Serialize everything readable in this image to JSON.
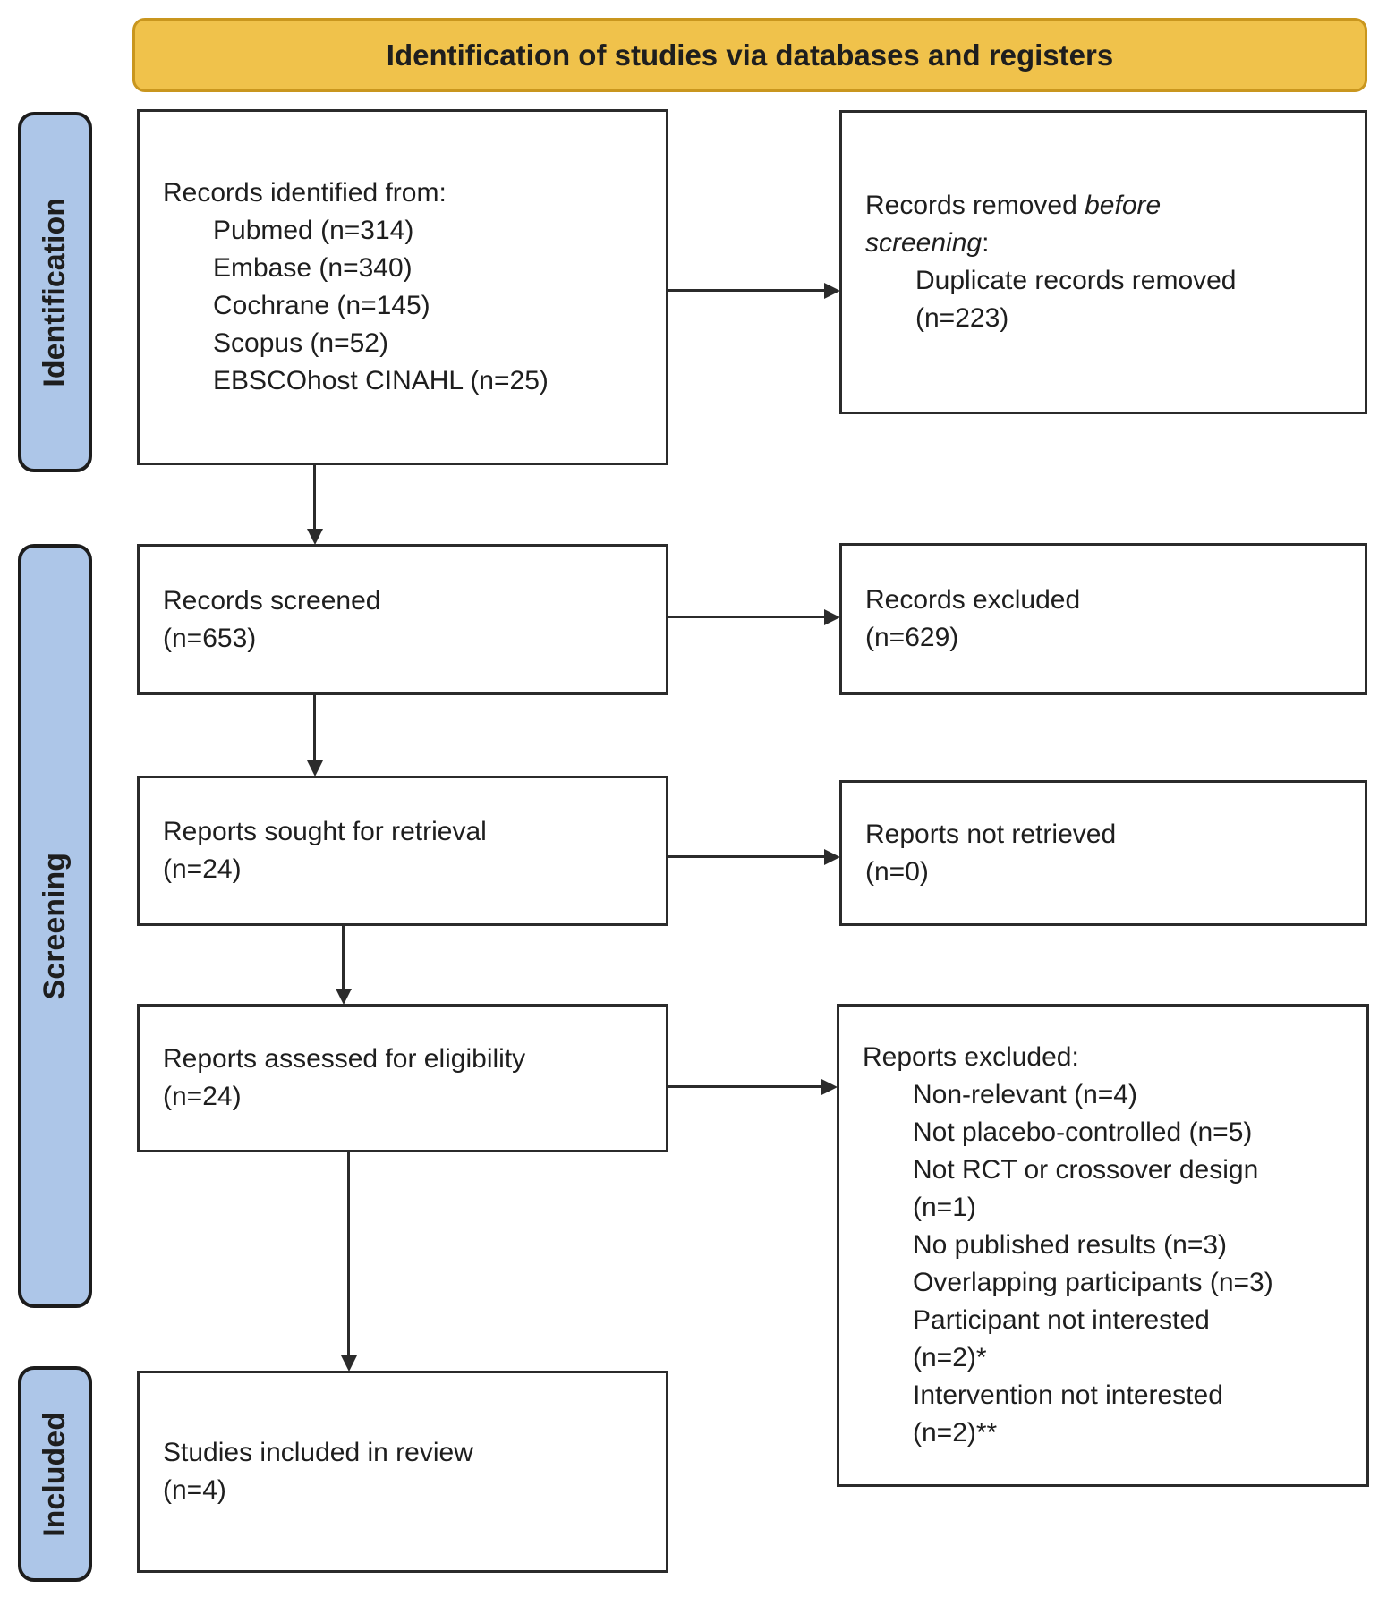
{
  "banner": {
    "label": "Identification of studies via databases and registers"
  },
  "stages": {
    "identification": "Identification",
    "screening": "Screening",
    "included": "Included"
  },
  "colors": {
    "banner_fill": "#F0C24B",
    "banner_border": "#C9961E",
    "stage_fill": "#ADC6E8",
    "stage_border": "#1C1C1C",
    "box_border": "#2B2B2B",
    "arrow": "#2B2B2B",
    "text": "#1E1E1E"
  },
  "boxes": {
    "records_identified": {
      "lines": [
        {
          "indent": 0,
          "segments": [
            {
              "text": "Records identified from:"
            }
          ]
        },
        {
          "indent": 1,
          "segments": [
            {
              "text": "Pubmed (n=314)"
            }
          ]
        },
        {
          "indent": 1,
          "segments": [
            {
              "text": "Embase (n=340)"
            }
          ]
        },
        {
          "indent": 1,
          "segments": [
            {
              "text": "Cochrane (n=145)"
            }
          ]
        },
        {
          "indent": 1,
          "segments": [
            {
              "text": "Scopus (n=52)"
            }
          ]
        },
        {
          "indent": 1,
          "segments": [
            {
              "text": "EBSCOhost CINAHL (n=25)"
            }
          ]
        }
      ]
    },
    "records_removed": {
      "lines": [
        {
          "indent": 0,
          "segments": [
            {
              "text": "Records removed "
            },
            {
              "text": "before",
              "italic": true
            }
          ]
        },
        {
          "indent": 0,
          "segments": [
            {
              "text": "screening",
              "italic": true
            },
            {
              "text": ":"
            }
          ]
        },
        {
          "indent": 1,
          "segments": [
            {
              "text": "Duplicate records removed"
            }
          ]
        },
        {
          "indent": 1,
          "segments": [
            {
              "text": "(n=223)"
            }
          ]
        }
      ]
    },
    "records_screened": {
      "lines": [
        {
          "indent": 0,
          "segments": [
            {
              "text": "Records screened"
            }
          ]
        },
        {
          "indent": 0,
          "segments": [
            {
              "text": "(n=653)"
            }
          ]
        }
      ]
    },
    "records_excluded": {
      "lines": [
        {
          "indent": 0,
          "segments": [
            {
              "text": "Records excluded"
            }
          ]
        },
        {
          "indent": 0,
          "segments": [
            {
              "text": "(n=629)"
            }
          ]
        }
      ]
    },
    "reports_sought": {
      "lines": [
        {
          "indent": 0,
          "segments": [
            {
              "text": "Reports sought for retrieval"
            }
          ]
        },
        {
          "indent": 0,
          "segments": [
            {
              "text": "(n=24)"
            }
          ]
        }
      ]
    },
    "reports_not_retrieved": {
      "lines": [
        {
          "indent": 0,
          "segments": [
            {
              "text": "Reports not retrieved"
            }
          ]
        },
        {
          "indent": 0,
          "segments": [
            {
              "text": "(n=0)"
            }
          ]
        }
      ]
    },
    "reports_assessed": {
      "lines": [
        {
          "indent": 0,
          "segments": [
            {
              "text": "Reports assessed for eligibility"
            }
          ]
        },
        {
          "indent": 0,
          "segments": [
            {
              "text": "(n=24)"
            }
          ]
        }
      ]
    },
    "reports_excluded": {
      "lines": [
        {
          "indent": 0,
          "segments": [
            {
              "text": "Reports excluded:"
            }
          ]
        },
        {
          "indent": 1,
          "segments": [
            {
              "text": "Non-relevant (n=4)"
            }
          ]
        },
        {
          "indent": 1,
          "segments": [
            {
              "text": "Not placebo-controlled (n=5)"
            }
          ]
        },
        {
          "indent": 1,
          "segments": [
            {
              "text": "Not RCT or crossover design"
            }
          ]
        },
        {
          "indent": 1,
          "segments": [
            {
              "text": "(n=1)"
            }
          ]
        },
        {
          "indent": 1,
          "segments": [
            {
              "text": "No published results (n=3)"
            }
          ]
        },
        {
          "indent": 1,
          "segments": [
            {
              "text": "Overlapping participants (n=3)"
            }
          ]
        },
        {
          "indent": 1,
          "segments": [
            {
              "text": "Participant not interested"
            }
          ]
        },
        {
          "indent": 1,
          "segments": [
            {
              "text": "(n=2)*"
            }
          ]
        },
        {
          "indent": 1,
          "segments": [
            {
              "text": "Intervention not interested"
            }
          ]
        },
        {
          "indent": 1,
          "segments": [
            {
              "text": "(n=2)**"
            }
          ]
        }
      ]
    },
    "studies_included": {
      "lines": [
        {
          "indent": 0,
          "segments": [
            {
              "text": "Studies included in review"
            }
          ]
        },
        {
          "indent": 0,
          "segments": [
            {
              "text": "(n=4)"
            }
          ]
        }
      ]
    }
  }
}
